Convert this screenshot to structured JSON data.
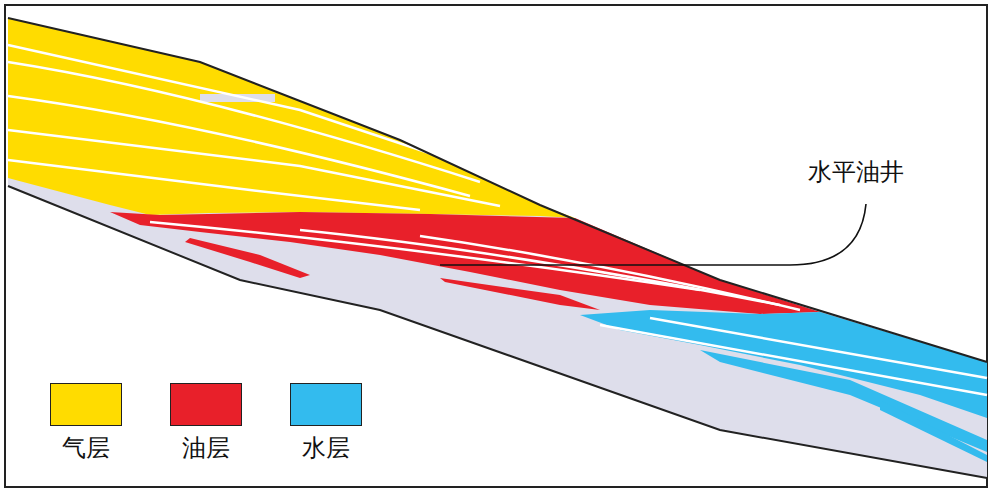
{
  "diagram": {
    "labels": [
      "水平油井"
    ],
    "legend": [
      {
        "text": "气层",
        "color": "#FFDC00"
      },
      {
        "text": "油层",
        "color": "#E8202A"
      },
      {
        "text": "水层",
        "color": "#33BBEE"
      }
    ]
  }
}
